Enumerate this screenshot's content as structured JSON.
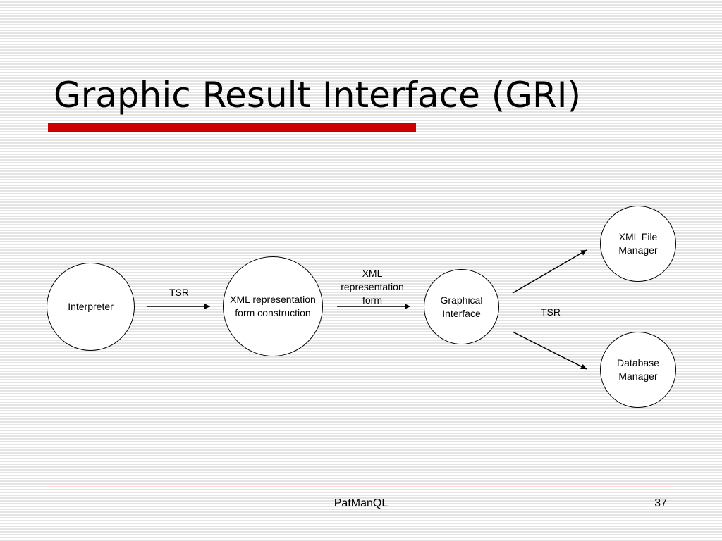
{
  "title": "Graphic Result Interface (GRI)",
  "nodes": {
    "interpreter": "Interpreter",
    "xml_construction": "XML representation\nform construction",
    "graphical_interface": "Graphical\nInterface",
    "xml_file_manager": "XML File\nManager",
    "database_manager": "Database\nManager"
  },
  "edge_labels": {
    "tsr_left": "TSR",
    "xml_form": "XML\nrepresentation\nform",
    "tsr_right": "TSR"
  },
  "footer": {
    "center": "PatManQL",
    "page_number": "37"
  },
  "colors": {
    "accent": "#cc0000",
    "line": "#000000"
  }
}
